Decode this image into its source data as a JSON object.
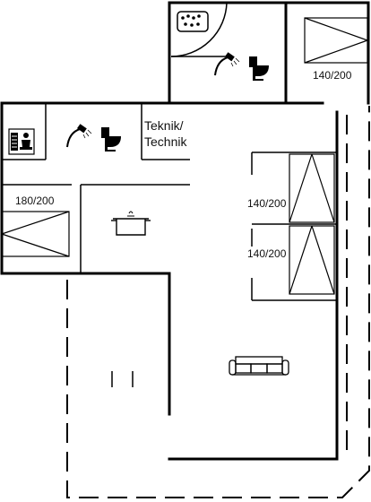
{
  "floor_plan": {
    "bed_labels": {
      "top_right_room": "140/200",
      "left_room": "180/200",
      "middle_room_upper": "140/200",
      "middle_room_lower": "140/200"
    },
    "technical_room": {
      "line1": "Teknik/",
      "line2": "Technik"
    },
    "icons": [
      "whirlpool-bath-icon",
      "shower-icon",
      "toilet-icon",
      "sauna-icon",
      "cooking-pot-icon",
      "sofa-icon"
    ]
  }
}
